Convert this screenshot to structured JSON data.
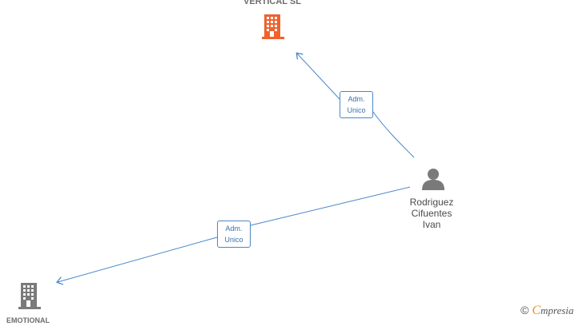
{
  "nodes": {
    "company_top": {
      "label": "VERTICAL  SL",
      "color": "#f0622d"
    },
    "company_bottom": {
      "label": "EMOTIONAL",
      "color": "#7a7a7a"
    },
    "person": {
      "lines": [
        "Rodriguez",
        "Cifuentes",
        "Ivan"
      ],
      "color": "#7a7a7a"
    }
  },
  "edges": [
    {
      "lines": [
        "Adm.",
        "Unico"
      ]
    },
    {
      "lines": [
        "Adm.",
        "Unico"
      ]
    }
  ],
  "edge_color": "#4a86c8",
  "brand": {
    "copyright": "©",
    "logo_e": "C",
    "logo_rest": "mpresia",
    "accent": "#f28c1a"
  }
}
